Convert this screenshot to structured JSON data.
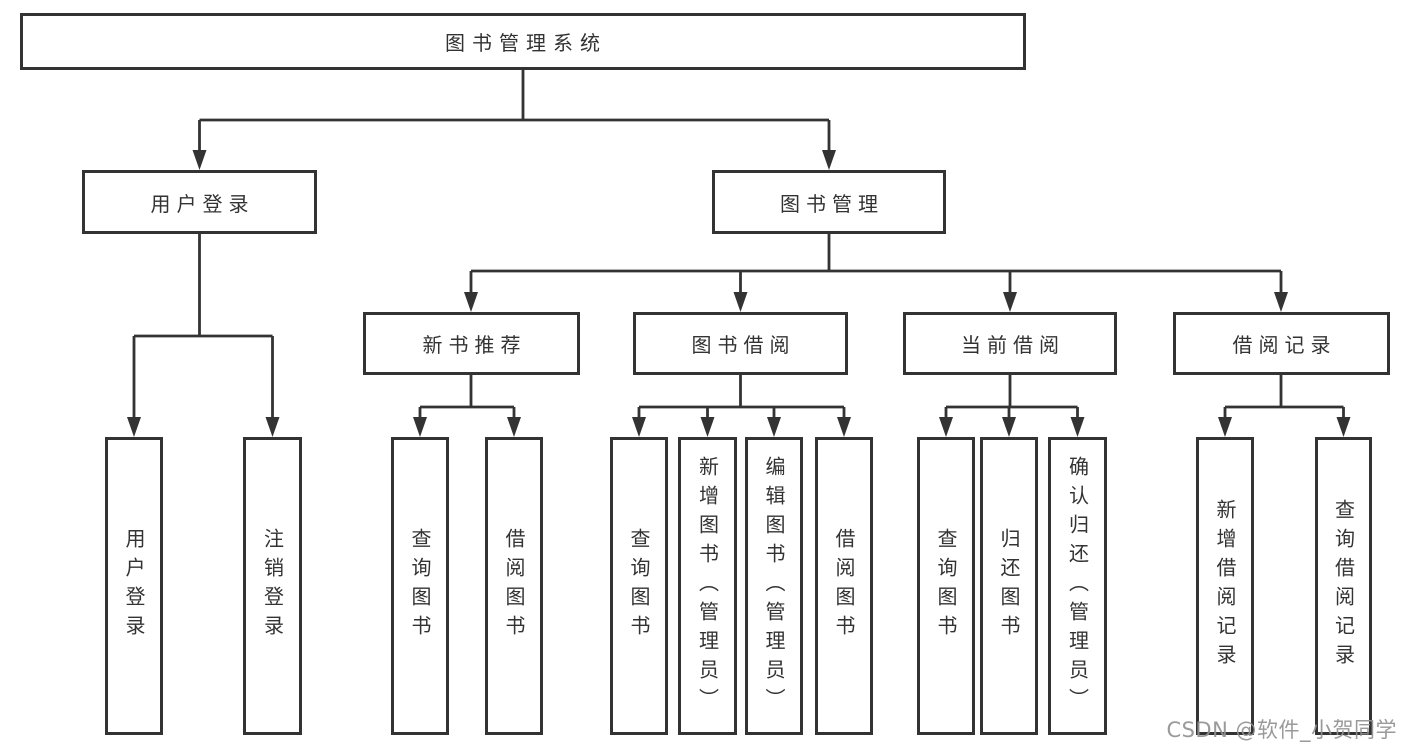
{
  "nodes": {
    "root": "图书管理系统",
    "user_login": "用户登录",
    "book_mgmt": "图书管理",
    "new_books": "新书推荐",
    "book_borrow": "图书借阅",
    "current_borrow": "当前借阅",
    "borrow_records": "借阅记录"
  },
  "leaves": [
    "用户登录",
    "注销登录",
    "查询图书",
    "借阅图书",
    "查询图书",
    "新增图书（管理员）",
    "编辑图书（管理员）",
    "借阅图书",
    "查询图书",
    "归还图书",
    "确认归还（管理员）",
    "新增借阅记录",
    "查询借阅记录"
  ],
  "hierarchy": {
    "图书管理系统": {
      "用户登录": [
        "用户登录",
        "注销登录"
      ],
      "图书管理": {
        "新书推荐": [
          "查询图书",
          "借阅图书"
        ],
        "图书借阅": [
          "查询图书",
          "新增图书（管理员）",
          "编辑图书（管理员）",
          "借阅图书"
        ],
        "当前借阅": [
          "查询图书",
          "归还图书",
          "确认归还（管理员）"
        ],
        "借阅记录": [
          "新增借阅记录",
          "查询借阅记录"
        ]
      }
    }
  },
  "watermark": "CSDN @软件_小贺同学",
  "colors": {
    "line": "#333333",
    "box_border": "#333333",
    "text": "#333333",
    "box_background": "#ffffff",
    "page_background": "#ffffff",
    "watermark": "#919191"
  }
}
